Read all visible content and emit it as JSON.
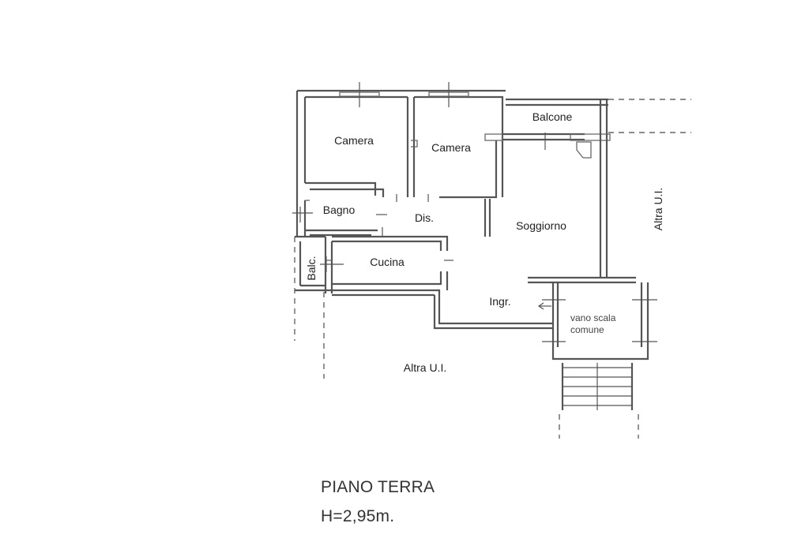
{
  "rooms": {
    "camera_1": "Camera",
    "camera_2": "Camera",
    "balcone": "Balcone",
    "bagno": "Bagno",
    "dis": "Dis.",
    "soggiorno": "Soggiorno",
    "cucina": "Cucina",
    "balc": "Balc.",
    "ingr": "Ingr.",
    "vano_line1": "vano scala",
    "vano_line2": "comune",
    "altra_right": "Altra U.I.",
    "altra_bottom": "Altra U.I."
  },
  "caption": {
    "title": "PIANO TERRA",
    "height": "H=2,95m."
  }
}
